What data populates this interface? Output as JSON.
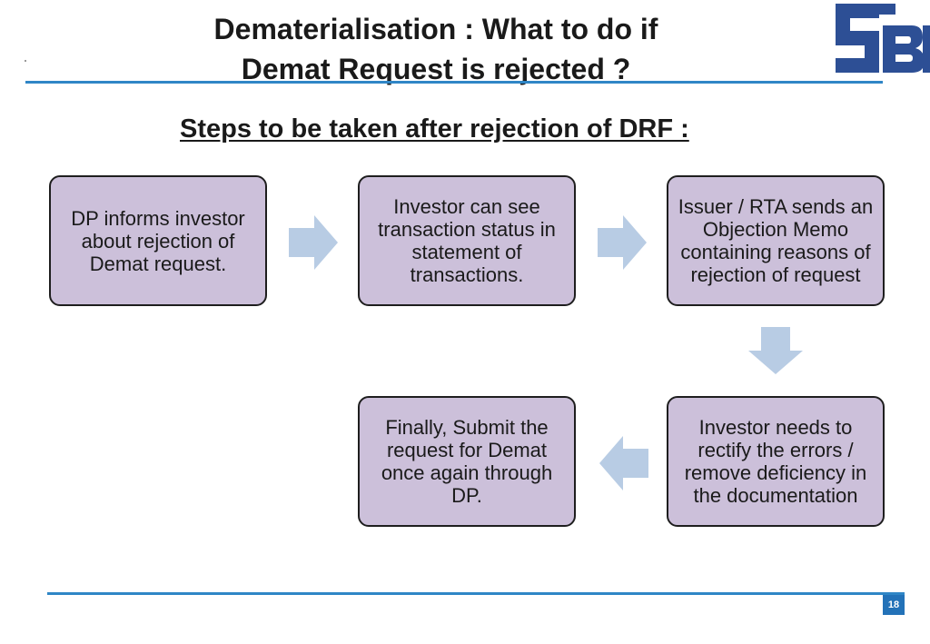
{
  "title": {
    "line1": "Dematerialisation : What to do if",
    "line2": "Demat Request is rejected ?"
  },
  "subtitle": "Steps to be taken after rejection of DRF :",
  "logo": {
    "letters": "SEBI",
    "color": "#2d4f95"
  },
  "steps": [
    {
      "text": "DP informs investor about rejection of Demat request."
    },
    {
      "text": "Investor can see transaction status in statement of transactions."
    },
    {
      "text": "Issuer / RTA sends an Objection Memo containing reasons of rejection of request"
    },
    {
      "text": "Investor needs to rectify the errors / remove deficiency in the documentation"
    },
    {
      "text": "Finally, Submit the request for Demat once again through DP."
    }
  ],
  "colors": {
    "box_fill": "#ccc0da",
    "arrow_fill": "#b8cce4",
    "rule": "#2f86c6",
    "page_badge": "#2372b8"
  },
  "icons": [
    "arrow-right-icon",
    "arrow-right-icon",
    "arrow-down-icon",
    "arrow-left-icon"
  ],
  "page_number": "18"
}
